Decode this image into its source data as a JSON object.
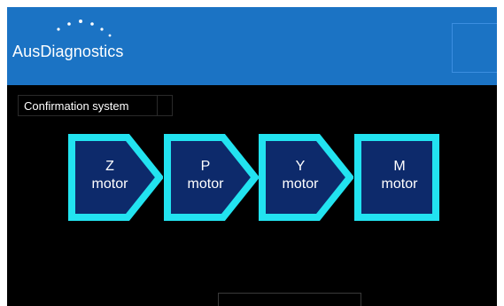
{
  "header": {
    "logo_text": "AusDiagnostics",
    "colors": {
      "background": "#1b73c4",
      "text": "#ffffff"
    }
  },
  "confirmation": {
    "label": "Confirmation system"
  },
  "motors": [
    {
      "letter": "Z",
      "word": "motor",
      "shape": "pentagon-arrow"
    },
    {
      "letter": "P",
      "word": "motor",
      "shape": "pentagon-arrow"
    },
    {
      "letter": "Y",
      "word": "motor",
      "shape": "pentagon-arrow"
    },
    {
      "letter": "M",
      "word": "motor",
      "shape": "square"
    }
  ],
  "colors": {
    "screen_background": "#000000",
    "motor_fill": "#0d2a6b",
    "motor_border": "#22e3f0"
  }
}
